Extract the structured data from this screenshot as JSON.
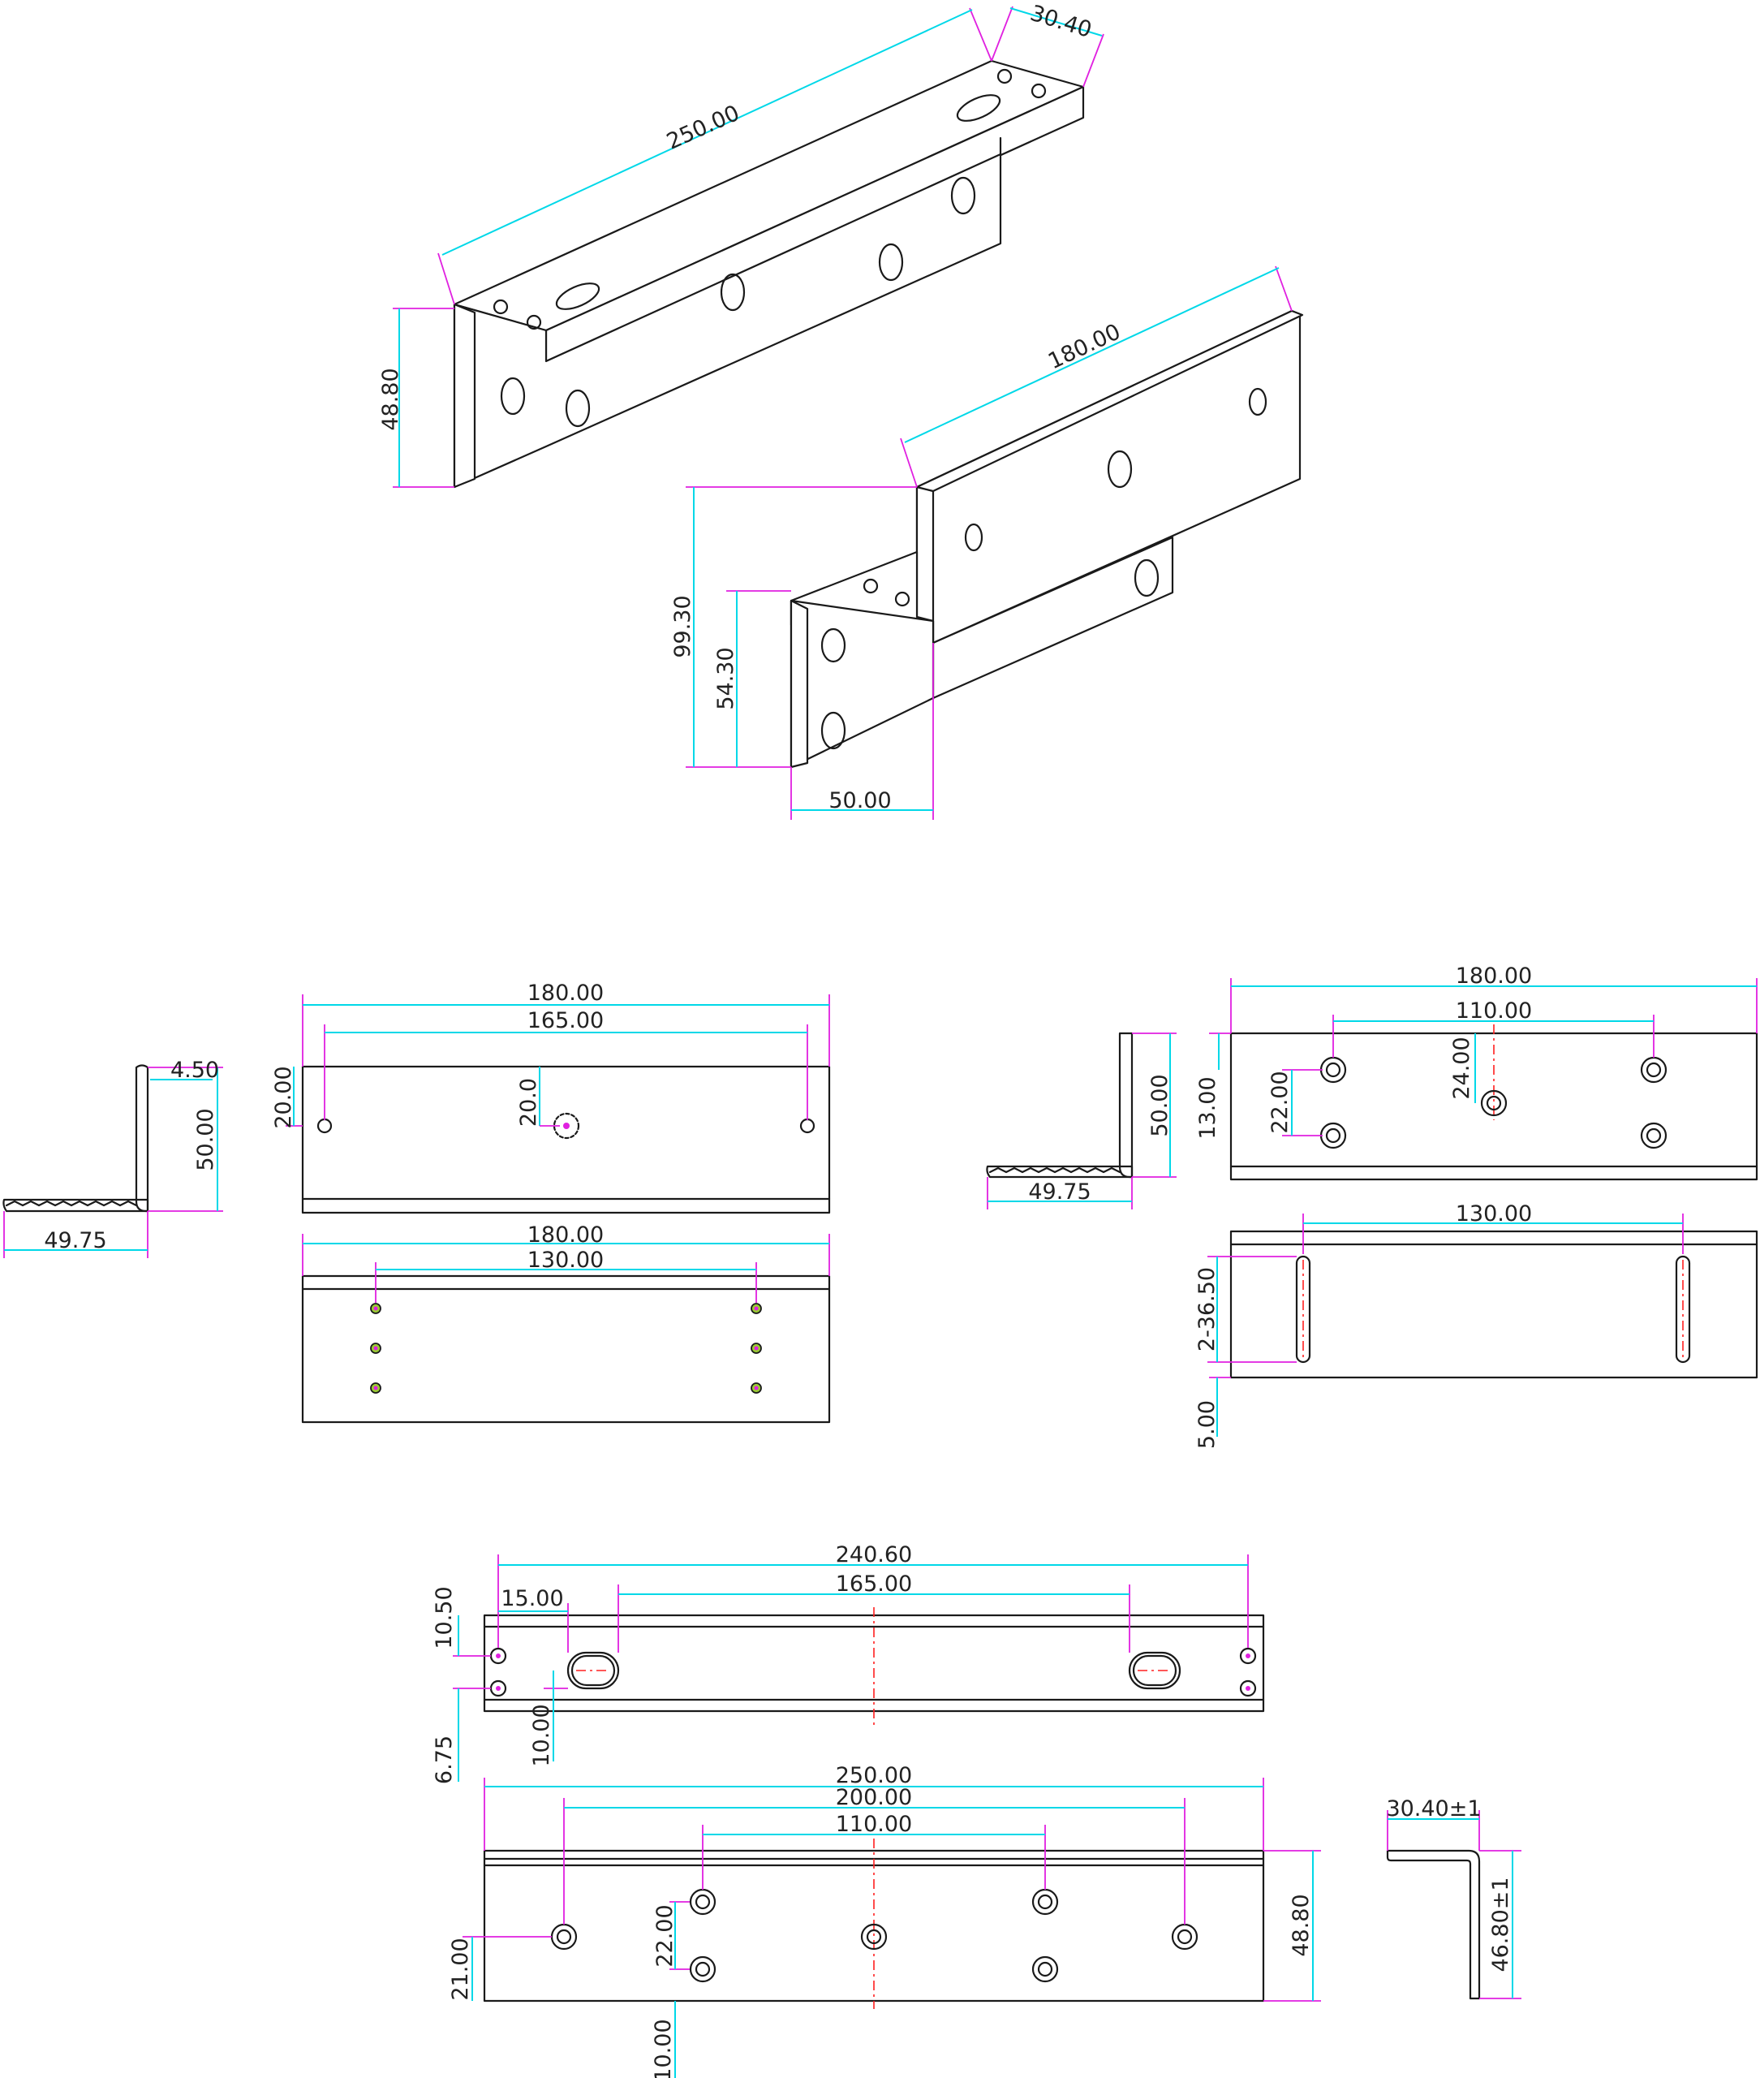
{
  "colors": {
    "object_line": "#1a1a1a",
    "dimension_line": "#00d8e8",
    "extension_line": "#e020e0",
    "center_line": "#ff2020"
  },
  "dims": {
    "iso_length": "250.00",
    "iso_width": "30.40",
    "iso_height": "48.80",
    "iso2_length": "180.00",
    "iso2_total_height": "99.30",
    "iso2_lower_height": "54.30",
    "iso2_base": "50.00",
    "v1_thick": "4.50",
    "v1_height": "50.00",
    "v1_base": "49.75",
    "v2_length": "180.00",
    "v2_holes": "165.00",
    "v2_edge": "20.00",
    "v2_center": "20.0",
    "v3_length": "180.00",
    "v3_holes": "130.00",
    "v4_height": "50.00",
    "v4_base": "49.75",
    "v5_length": "180.00",
    "v5_holes": "110.00",
    "v5_center": "24.00",
    "v5_top": "13.00",
    "v5_spacing": "22.00",
    "v6_holes": "130.00",
    "v6_slot": "2-36.50",
    "v6_offset": "5.00",
    "v7_total": "240.60",
    "v7_slots": "165.00",
    "v7_edge": "15.00",
    "v7_height": "10.50",
    "v7_lower": "6.75",
    "v7_slot_off": "10.00",
    "v8_length": "250.00",
    "v8_outer": "200.00",
    "v8_inner": "110.00",
    "v8_spacing": "22.00",
    "v8_lower": "21.00",
    "v8_height": "48.80",
    "v8_bottom": "10.00",
    "v9_width": "30.40±1",
    "v9_height": "46.80±1"
  }
}
